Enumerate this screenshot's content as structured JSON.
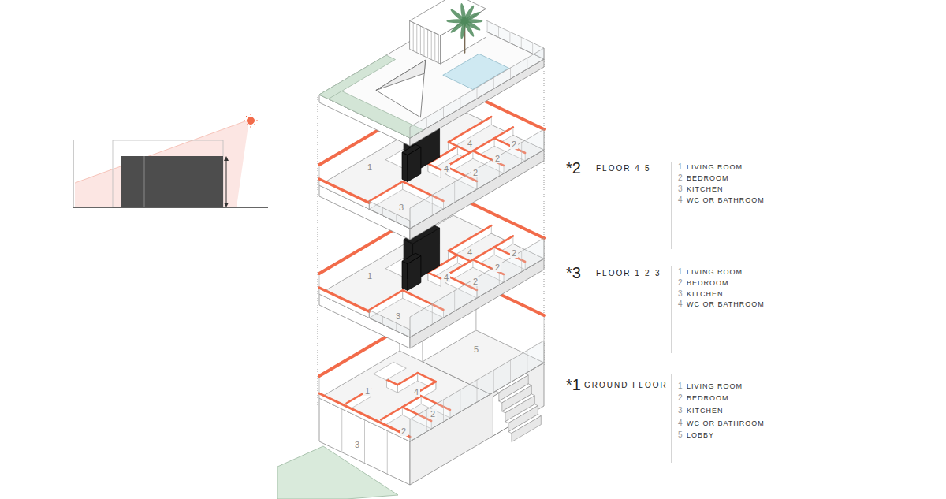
{
  "diagram": {
    "labels": [
      "1",
      "3",
      "4",
      "4",
      "2",
      "2",
      "2",
      "1",
      "3",
      "4",
      "4",
      "2",
      "2",
      "2",
      "1",
      "3",
      "4",
      "2",
      "2",
      "5",
      "*2",
      "FLOOR 4-5",
      "1",
      "LIVING ROOM",
      "2",
      "BEDROOM",
      "3",
      "KITCHEN",
      "4",
      "WC OR BATHROOM",
      "*3",
      "FLOOR 1-2-3",
      "1",
      "LIVING ROOM",
      "2",
      "BEDROOM",
      "3",
      "KITCHEN",
      "4",
      "WC OR BATHROOM",
      "*1",
      "GROUND FLOOR",
      "1",
      "LIVING ROOM",
      "2",
      "BEDROOM",
      "3",
      "KITCHEN",
      "4",
      "WC OR BATHROOM",
      "5",
      "LOBBY"
    ]
  }
}
